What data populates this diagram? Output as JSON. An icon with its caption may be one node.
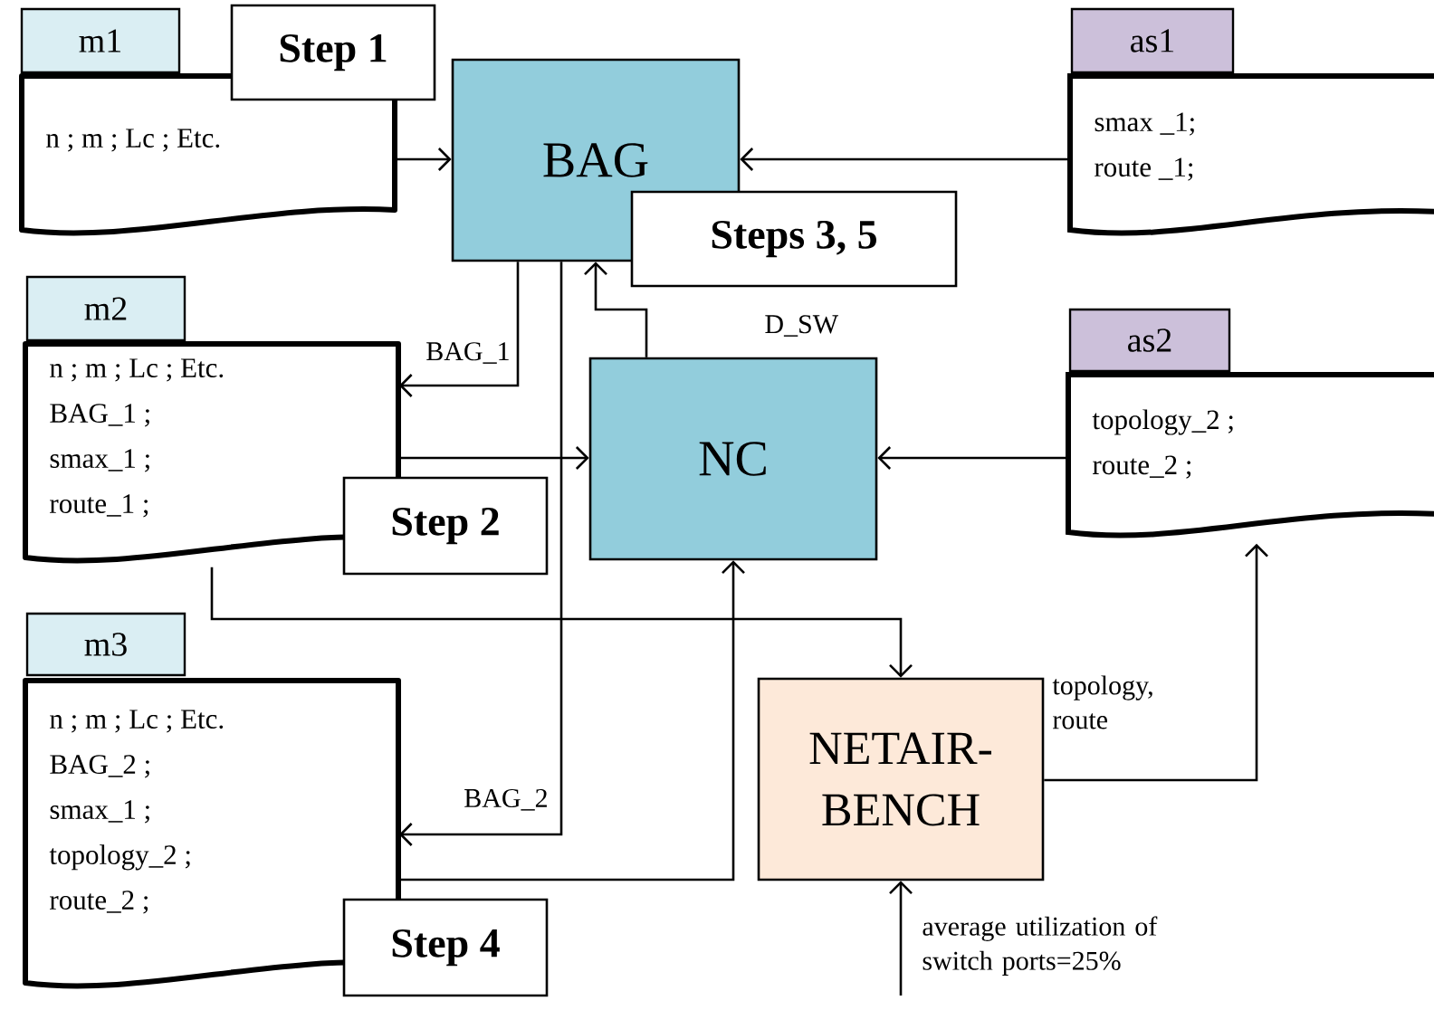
{
  "diagram": {
    "nodes": [
      {
        "text": [
          "m1",
          "n ; m ; Lc ; Etc."
        ]
      },
      {
        "text": [
          "Step 1"
        ]
      },
      {
        "text": [
          "BAG"
        ]
      },
      {
        "text": [
          "as1",
          "smax _1;",
          "route _1;"
        ]
      },
      {
        "text": [
          "Steps 3, 5"
        ]
      },
      {
        "text": [
          "m2",
          "n ; m ; Lc ; Etc.",
          "BAG_1 ;",
          "smax_1 ;",
          "route_1 ;"
        ]
      },
      {
        "text": [
          "NC"
        ]
      },
      {
        "text": [
          "as2",
          "topology_2 ;",
          "route_2  ;"
        ]
      },
      {
        "text": [
          "Step 2"
        ]
      },
      {
        "text": [
          "m3",
          "n ; m ; Lc ; Etc.",
          "BAG_2 ;",
          "smax_1 ;",
          "topology_2 ;",
          "route_2 ;"
        ]
      },
      {
        "text": [
          "NETAIR-BENCH"
        ]
      },
      {
        "text": [
          "Step 4"
        ]
      }
    ],
    "edges": [
      {
        "from": 0,
        "to": 2,
        "arrow": "to"
      },
      {
        "from": 3,
        "to": 2,
        "arrow": "to"
      },
      {
        "from": 2,
        "to": 5,
        "arrow": "to",
        "label": "BAG_1"
      },
      {
        "from": 5,
        "to": 6,
        "arrow": "to"
      },
      {
        "from": 7,
        "to": 6,
        "arrow": "to"
      },
      {
        "from": 6,
        "to": 2,
        "arrow": "to",
        "label": "D_SW"
      },
      {
        "from": 2,
        "to": 9,
        "arrow": "to",
        "label": "BAG_2"
      },
      {
        "from": 9,
        "to": 6,
        "arrow": "to"
      },
      {
        "from": 5,
        "to": 10,
        "arrow": "to"
      },
      {
        "from": 10,
        "to": 7,
        "arrow": "to",
        "label": "topology, route"
      },
      {
        "from": null,
        "to": 10,
        "arrow": "to",
        "label": "average utilization of switch ports=25%"
      }
    ]
  }
}
